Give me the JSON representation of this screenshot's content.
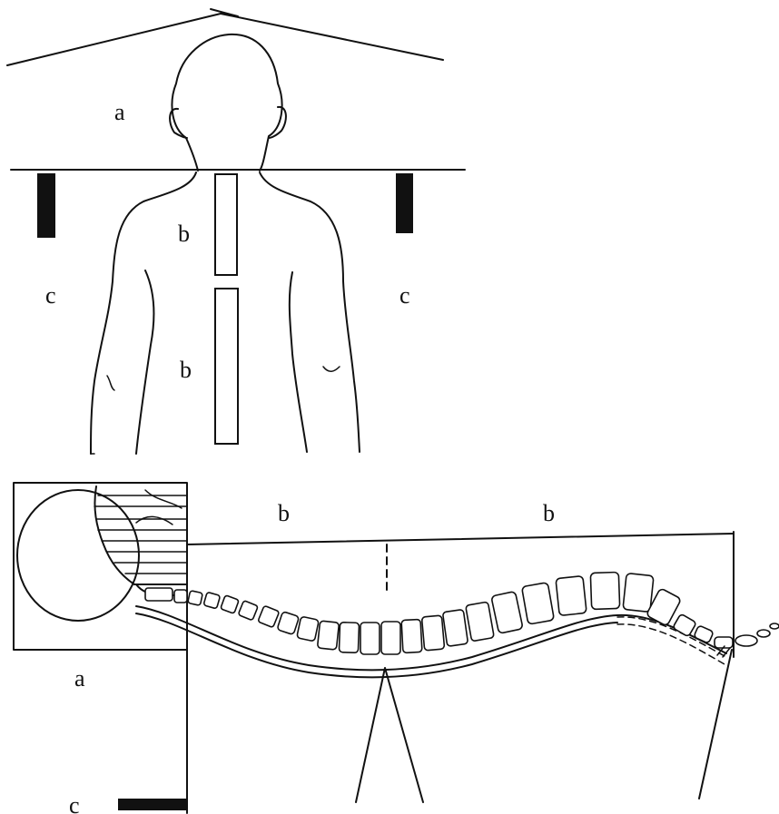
{
  "labels": {
    "top_a": "a",
    "top_b_upper": "b",
    "top_b_lower": "b",
    "top_c_left": "c",
    "top_c_right": "c",
    "bottom_b_left": "b",
    "bottom_b_right": "b",
    "bottom_a": "a",
    "bottom_c": "c"
  },
  "colors": {
    "ink": "#111111",
    "paper": "#ffffff"
  }
}
